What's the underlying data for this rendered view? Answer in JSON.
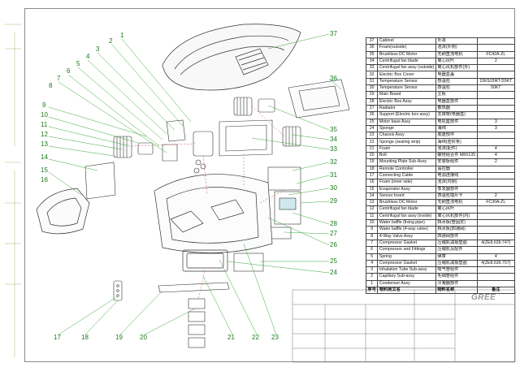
{
  "parts": [
    {
      "no": "37",
      "en": "Cabinet",
      "cn": "外罩",
      "qty": ""
    },
    {
      "no": "36",
      "en": "Foam(outside)",
      "cn": "泡沫(外侧)",
      "qty": ""
    },
    {
      "no": "35",
      "en": "Brushless DC Motor",
      "cn": "无刷直流电机",
      "qty": "FC42A-ZL"
    },
    {
      "no": "34",
      "en": "Centrifugal fan blade",
      "cn": "离心风叶",
      "qty": "2"
    },
    {
      "no": "33",
      "en": "Centrifugal fan assy (outside)",
      "cn": "离心风机部件(外)",
      "qty": ""
    },
    {
      "no": "32",
      "en": "Electric Box Cover",
      "cn": "电器盒盖",
      "qty": ""
    },
    {
      "no": "31",
      "en": "Temperature Sensor",
      "cn": "感温包",
      "qty": "15K5/20KT/20KT"
    },
    {
      "no": "30",
      "en": "Temperature Sensor",
      "cn": "感温包",
      "qty": "50KT"
    },
    {
      "no": "29",
      "en": "Main Board",
      "cn": "主板",
      "qty": ""
    },
    {
      "no": "28",
      "en": "Electric Box Assy",
      "cn": "电器盒部件",
      "qty": ""
    },
    {
      "no": "27",
      "en": "Radiator",
      "cn": "散热器",
      "qty": ""
    },
    {
      "no": "26",
      "en": "Support (Electric box assy)",
      "cn": "支撑架(电器盒)",
      "qty": ""
    },
    {
      "no": "25",
      "en": "Motor base Assy",
      "cn": "电机座部件",
      "qty": "3"
    },
    {
      "no": "24",
      "en": "Sponge",
      "cn": "海绵",
      "qty": "3"
    },
    {
      "no": "23",
      "en": "Chassis Assy",
      "cn": "底盘部件",
      "qty": ""
    },
    {
      "no": "22",
      "en": "Sponge (sealing strip)",
      "cn": "海绵(密封条)",
      "qty": ""
    },
    {
      "no": "21",
      "en": "Foam",
      "cn": "泡沫(配件)",
      "qty": "4"
    },
    {
      "no": "20",
      "en": "Bolt",
      "cn": "螺栓组合件 M8X135",
      "qty": "4"
    },
    {
      "no": "19",
      "en": "Mounting Plate Sub-Assy",
      "cn": "安装板组件",
      "qty": "2"
    },
    {
      "no": "18",
      "en": "Remote Controller",
      "cn": "遥控器",
      "qty": ""
    },
    {
      "no": "17",
      "en": "Connecting Cable",
      "cn": "电源连接线",
      "qty": ""
    },
    {
      "no": "16",
      "en": "Foam (inner side)",
      "cn": "泡沫(内侧)",
      "qty": ""
    },
    {
      "no": "15",
      "en": "Evaporator Assy",
      "cn": "蒸发器部件",
      "qty": ""
    },
    {
      "no": "14",
      "en": "Sensor Insert",
      "cn": "感温包插片卡",
      "qty": "2"
    },
    {
      "no": "13",
      "en": "Brushless DC Motor",
      "cn": "无刷直流电机",
      "qty": "FC30A-ZL"
    },
    {
      "no": "12",
      "en": "Centrifugal fan blade",
      "cn": "离心风叶",
      "qty": ""
    },
    {
      "no": "11",
      "en": "Centrifugal fan assy (inside)",
      "cn": "离心风机部件(内)",
      "qty": ""
    },
    {
      "no": "10",
      "en": "Water baffle (fixing pipe)",
      "cn": "挡水板(管固定)",
      "qty": ""
    },
    {
      "no": "9",
      "en": "Water baffle (4-way valve)",
      "cn": "挡水板(四通阀)",
      "qty": ""
    },
    {
      "no": "8",
      "en": "4-Way Valve Assy",
      "cn": "四通阀部件",
      "qty": ""
    },
    {
      "no": "7",
      "en": "Compressor Gasket",
      "cn": "压缩机减振垫圈",
      "qty": "4(ZE8.639.747)"
    },
    {
      "no": "6",
      "en": "Compressor and Fittings",
      "cn": "压缩机及配件",
      "qty": ""
    },
    {
      "no": "5",
      "en": "Spring",
      "cn": "弹簧",
      "qty": "4"
    },
    {
      "no": "4",
      "en": "Compressor Gasket",
      "cn": "压缩机减振垫圈",
      "qty": "4(ZE8.639.757)"
    },
    {
      "no": "3",
      "en": "Inhalation Tube Sub-assy",
      "cn": "吸气管组件",
      "qty": ""
    },
    {
      "no": "2",
      "en": "Capillary Sub-assy",
      "cn": "毛细管组件",
      "qty": ""
    },
    {
      "no": "1",
      "en": "Condenser Assy",
      "cn": "冷凝器部件",
      "qty": ""
    }
  ],
  "header": {
    "no": "序号",
    "en": "物料英文名",
    "cn": "物料名称",
    "qty": "备注"
  },
  "brand": "GREE",
  "callouts": [
    "1",
    "2",
    "3",
    "4",
    "5",
    "6",
    "7",
    "8",
    "9",
    "10",
    "11",
    "12",
    "13",
    "14",
    "15",
    "16",
    "17",
    "18",
    "19",
    "20",
    "21",
    "22",
    "23",
    "24",
    "25",
    "26",
    "27",
    "28",
    "29",
    "30",
    "31",
    "32",
    "33",
    "34",
    "35",
    "36",
    "37"
  ]
}
